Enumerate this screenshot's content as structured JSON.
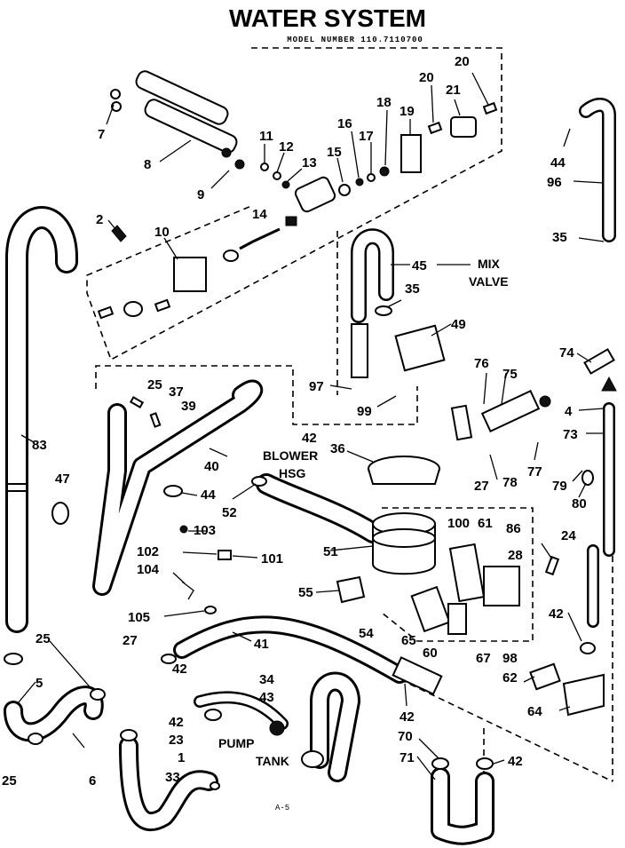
{
  "title": "WATER SYSTEM",
  "model_number": "MODEL NUMBER 110.7110700",
  "page_mark": "A-5",
  "labels": {
    "mix_valve_1": "MIX",
    "mix_valve_2": "VALVE",
    "blower_1": "BLOWER",
    "blower_2": "HSG",
    "pump": "PUMP",
    "tank": "TANK"
  },
  "callouts": [
    "7",
    "8",
    "9",
    "2",
    "10",
    "11",
    "12",
    "13",
    "14",
    "15",
    "16",
    "17",
    "18",
    "19",
    "20",
    "20",
    "21",
    "44",
    "96",
    "35",
    "45",
    "35",
    "49",
    "97",
    "99",
    "83",
    "25",
    "37",
    "39",
    "40",
    "42",
    "36",
    "47",
    "44",
    "52",
    "103",
    "102",
    "101",
    "104",
    "105",
    "27",
    "41",
    "42",
    "25",
    "5",
    "6",
    "25",
    "34",
    "43",
    "42",
    "23",
    "1",
    "33",
    "51",
    "55",
    "54",
    "65",
    "60",
    "100",
    "61",
    "86",
    "28",
    "67",
    "98",
    "27",
    "76",
    "75",
    "77",
    "78",
    "74",
    "4",
    "73",
    "79",
    "80",
    "24",
    "42",
    "62",
    "64",
    "42",
    "70",
    "71",
    "42"
  ]
}
